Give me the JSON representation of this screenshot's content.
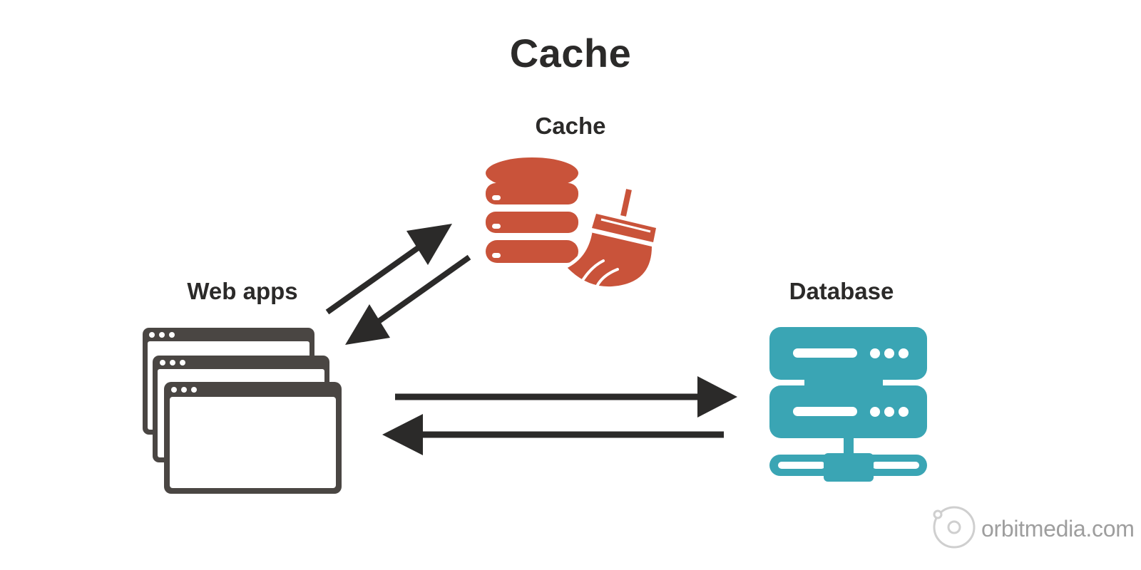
{
  "title": "Cache",
  "nodes": {
    "cache": {
      "label": "Cache"
    },
    "web_apps": {
      "label": "Web apps"
    },
    "database": {
      "label": "Database"
    }
  },
  "brand": {
    "text": "orbitmedia.com"
  },
  "colors": {
    "text": "#2b2a29",
    "cache_icon": "#c9533a",
    "database_icon": "#3aa5b4",
    "browser_icon": "#4a4643",
    "arrow": "#2b2a29",
    "brand": "#9e9e9e"
  }
}
